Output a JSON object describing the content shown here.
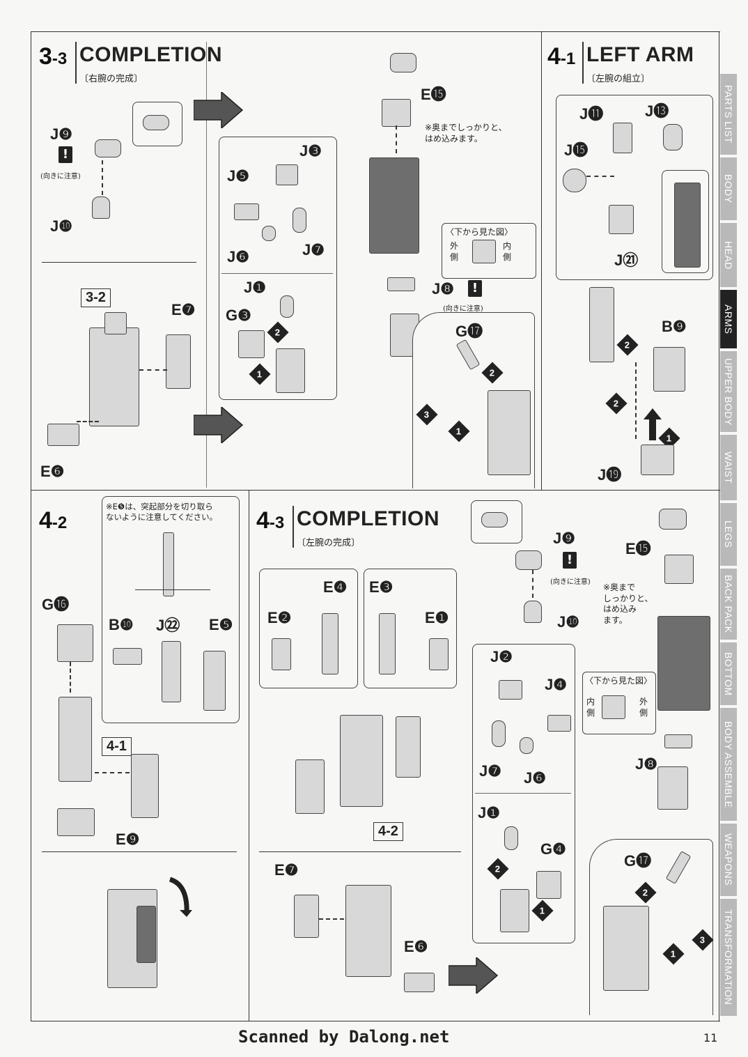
{
  "sections": {
    "s33": {
      "num": "3",
      "sub": "-3",
      "title": "COMPLETION",
      "subtitle": "〔右腕の完成〕"
    },
    "s41": {
      "num": "4",
      "sub": "-1",
      "title": "LEFT ARM",
      "subtitle": "〔左腕の組立〕"
    },
    "s42": {
      "num": "4",
      "sub": "-2"
    },
    "s43": {
      "num": "4",
      "sub": "-3",
      "title": "COMPLETION",
      "subtitle": "〔左腕の完成〕"
    }
  },
  "labels": {
    "j9": "J❾",
    "j10": "J❿",
    "j3": "J❸",
    "j5": "J❺",
    "j6": "J❻",
    "j7": "J❼",
    "j1": "J❶",
    "g3": "G❸",
    "e15": "E⓯",
    "j8": "J❽",
    "g17": "G⓱",
    "e7": "E❼",
    "e6": "E❻",
    "j11": "J⓫",
    "j13": "J⓭",
    "j15": "J⓯",
    "j21": "J㉑",
    "b9": "B❾",
    "j19": "J⓳",
    "g16": "G⓰",
    "b10": "B❿",
    "j22": "J㉒",
    "e5": "E❺",
    "e9": "E❾",
    "e2": "E❷",
    "e4": "E❹",
    "e3": "E❸",
    "e1": "E❶",
    "j2": "J❷",
    "j4": "J❹",
    "g4": "G❹"
  },
  "refs": {
    "r32": "3-2",
    "r41": "4-1",
    "r42": "4-2"
  },
  "notes": {
    "caution": "(向きに注意)",
    "insert_deep": "※奥までしっかりと、\nはめ込みます。",
    "insert_deep2": "※奥まで\nしっかりと、\nはめ込み\nます。",
    "bottom_view": "〈下から見た図〉",
    "outer": "外\n側",
    "inner": "内\n側",
    "e5_note": "※E❺は、突起部分を切り取ら\nないように注意してください。"
  },
  "steps": {
    "s1": "1",
    "s2": "2",
    "s3": "3"
  },
  "tabs": [
    {
      "label": "PARTS LIST",
      "active": false
    },
    {
      "label": "BODY",
      "active": false
    },
    {
      "label": "HEAD",
      "active": false
    },
    {
      "label": "ARMS",
      "active": true
    },
    {
      "label": "UPPER BODY",
      "active": false
    },
    {
      "label": "WAIST",
      "active": false
    },
    {
      "label": "LEGS",
      "active": false
    },
    {
      "label": "BACK PACK",
      "active": false
    },
    {
      "label": "BOTTOM",
      "active": false
    },
    {
      "label": "BODY ASSEMBLE",
      "active": false
    },
    {
      "label": "WEAPONS",
      "active": false
    },
    {
      "label": "TRANSFORMATION",
      "active": false
    }
  ],
  "footer": {
    "credit": "Scanned by Dalong.net",
    "page": "11"
  }
}
